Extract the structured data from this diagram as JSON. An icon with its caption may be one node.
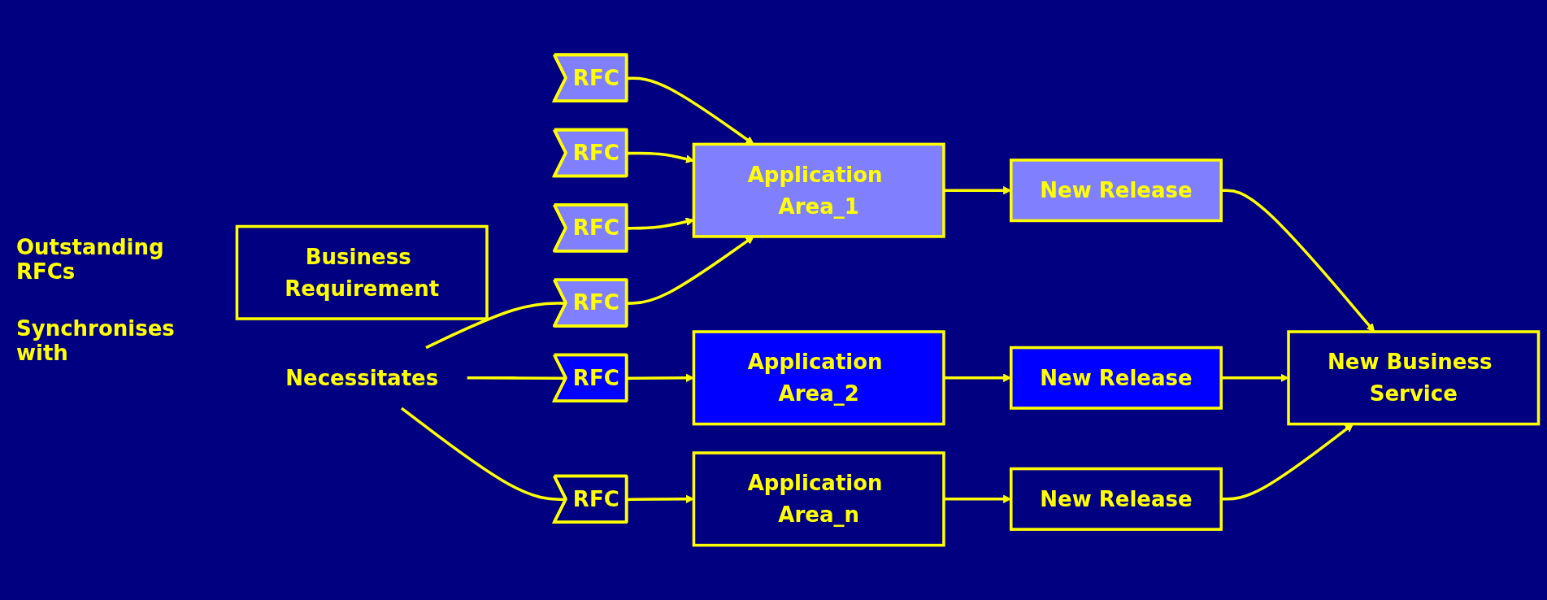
{
  "diagram": {
    "nodes": [
      {
        "text": [
          "Business Requirement"
        ]
      },
      {
        "text": [
          "Necessitates"
        ]
      },
      {
        "text": [
          "RFC"
        ]
      },
      {
        "text": [
          "RFC"
        ]
      },
      {
        "text": [
          "RFC"
        ]
      },
      {
        "text": [
          "RFC"
        ]
      },
      {
        "text": [
          "RFC"
        ]
      },
      {
        "text": [
          "RFC"
        ]
      },
      {
        "text": [
          "Application Area_1"
        ]
      },
      {
        "text": [
          "Application Area_2"
        ]
      },
      {
        "text": [
          "Application Area_n"
        ]
      },
      {
        "text": [
          "New Release"
        ]
      },
      {
        "text": [
          "New Release"
        ]
      },
      {
        "text": [
          "New Release"
        ]
      },
      {
        "text": [
          "New Business Service"
        ]
      }
    ],
    "edges": [
      {
        "from": 1,
        "to": 5,
        "arrow": "none"
      },
      {
        "from": 1,
        "to": 6,
        "arrow": "none"
      },
      {
        "from": 1,
        "to": 7,
        "arrow": "none"
      },
      {
        "from": 2,
        "to": 8,
        "arrow": "to"
      },
      {
        "from": 3,
        "to": 8,
        "arrow": "to"
      },
      {
        "from": 4,
        "to": 8,
        "arrow": "to"
      },
      {
        "from": 5,
        "to": 8,
        "arrow": "to"
      },
      {
        "from": 6,
        "to": 9,
        "arrow": "to"
      },
      {
        "from": 7,
        "to": 10,
        "arrow": "to"
      },
      {
        "from": 8,
        "to": 11,
        "arrow": "to"
      },
      {
        "from": 9,
        "to": 12,
        "arrow": "to"
      },
      {
        "from": 10,
        "to": 13,
        "arrow": "to"
      },
      {
        "from": 11,
        "to": 14,
        "arrow": "to"
      },
      {
        "from": 12,
        "to": 14,
        "arrow": "to"
      },
      {
        "from": 13,
        "to": 14,
        "arrow": "to"
      }
    ],
    "labels": [
      "Outstanding RFCs",
      "Synchronises with"
    ]
  }
}
